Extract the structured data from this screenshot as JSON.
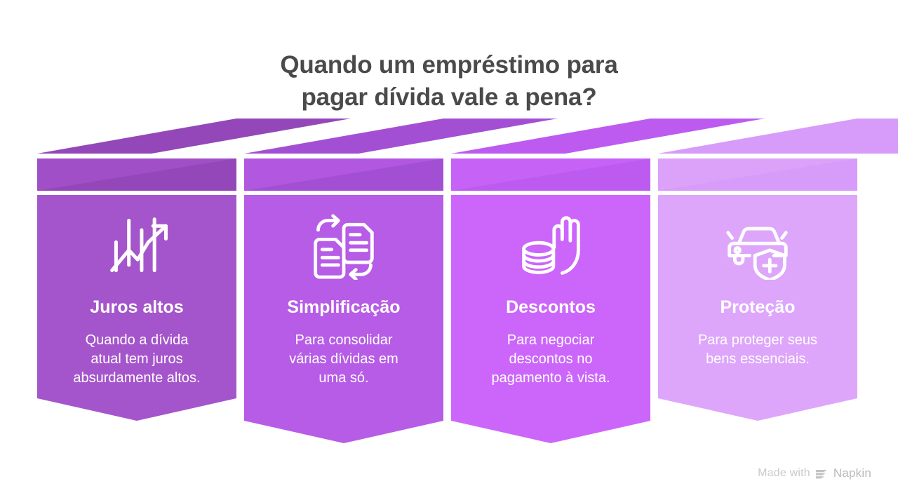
{
  "page": {
    "background": "#ffffff",
    "title": "Quando um empréstimo para\npagar dívida vale a pena?",
    "title_color": "#4a4a4a"
  },
  "cards": [
    {
      "id": "juros-altos",
      "heading": "Juros altos",
      "description": "Quando a dívida\natual tem juros\nabsurdamente altos.",
      "icon": "growth-chart-arrow-icon",
      "face_color": "#a555cb",
      "top_color": "#9447b8",
      "band_color": "#a04fc6"
    },
    {
      "id": "simplificacao",
      "heading": "Simplificação",
      "description": "Para consolidar\nvárias dívidas em\numa só.",
      "icon": "documents-exchange-icon",
      "face_color": "#b75ce6",
      "top_color": "#a34fd4",
      "band_color": "#b257e0"
    },
    {
      "id": "descontos",
      "heading": "Descontos",
      "description": "Para negociar\ndescontos no\npagamento à vista.",
      "icon": "hand-coins-icon",
      "face_color": "#cc66fa",
      "top_color": "#bd5bf0",
      "band_color": "#c762f6"
    },
    {
      "id": "protecao",
      "heading": "Proteção",
      "description": "Para proteger seus\nbens essenciais.",
      "icon": "car-shield-icon",
      "face_color": "#dea6fb",
      "top_color": "#d79bf9",
      "band_color": "#dca2fa"
    }
  ],
  "watermark": {
    "prefix": "Made with",
    "brand": "Napkin",
    "logo": "napkin-logo-icon"
  }
}
